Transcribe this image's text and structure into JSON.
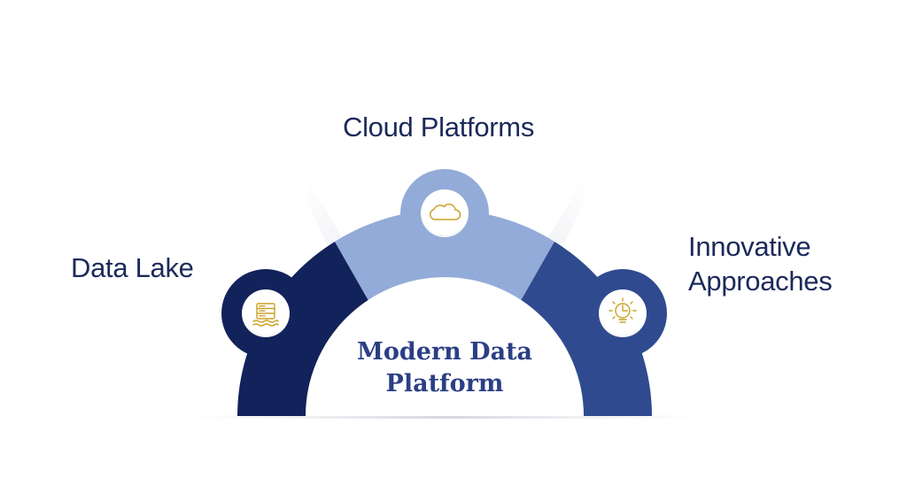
{
  "diagram": {
    "center_title": {
      "line1": "Modern Data",
      "line2": "Platform"
    },
    "segments": [
      {
        "label_lines": [
          "Data Lake"
        ],
        "icon": "database-icon",
        "color": "#12225a"
      },
      {
        "label_lines": [
          "Cloud Platforms"
        ],
        "icon": "cloud-icon",
        "color": "#93abd8"
      },
      {
        "label_lines": [
          "Innovative",
          "Approaches"
        ],
        "icon": "lightbulb-chart-icon",
        "color": "#2f4a8f"
      }
    ],
    "colors": {
      "icon_stroke": "#c9a227",
      "title": "#2c3f85",
      "label": "#1b2a5a"
    }
  }
}
